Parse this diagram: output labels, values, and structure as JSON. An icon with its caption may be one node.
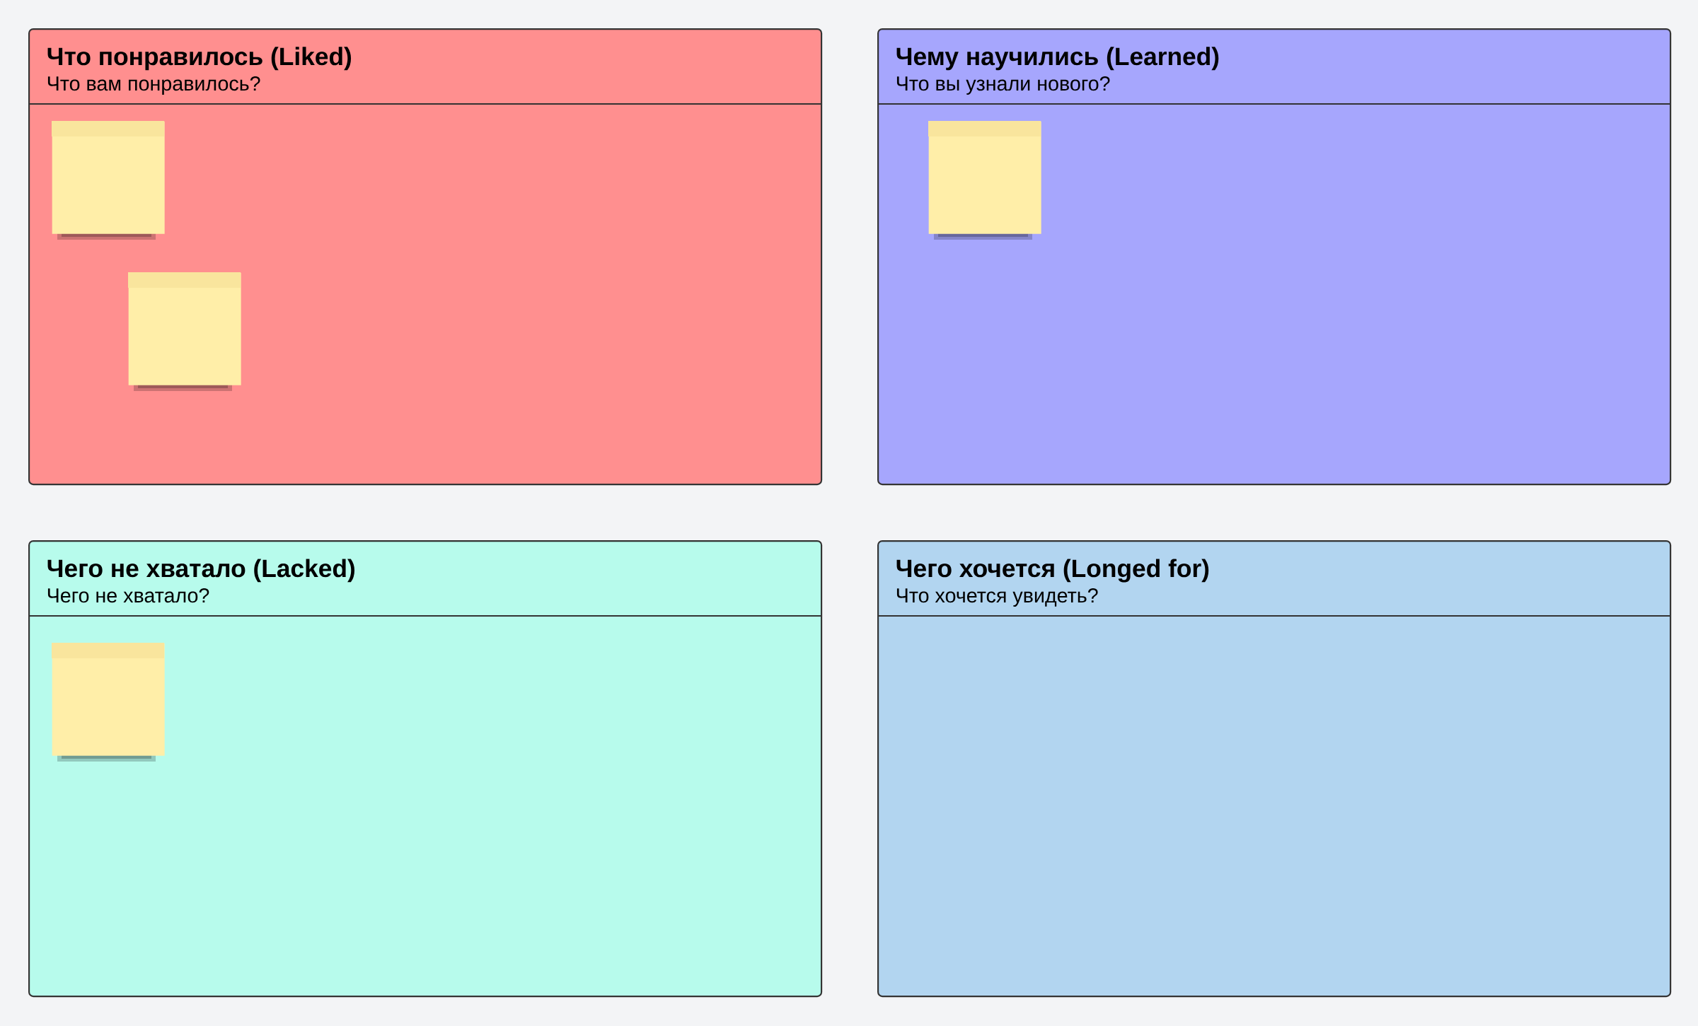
{
  "diagram": {
    "nodes": [
      {
        "text": [
          "Что понравилось (Liked)",
          "Что вам понравилось?"
        ]
      },
      {
        "text": [],
        "shape": "box",
        "in": 0
      },
      {
        "text": [],
        "shape": "box",
        "in": 0
      },
      {
        "text": [
          "Чему научились (Learned)",
          "Что вы узнали нового?"
        ]
      },
      {
        "text": [],
        "shape": "box",
        "in": 3
      },
      {
        "text": [
          "Чего не хватало (Lacked)",
          "Чего не хватало?"
        ]
      },
      {
        "text": [],
        "shape": "box",
        "in": 5
      },
      {
        "text": [
          "Чего хочется (Longed for)",
          "Что хочется увидеть?"
        ]
      }
    ]
  }
}
